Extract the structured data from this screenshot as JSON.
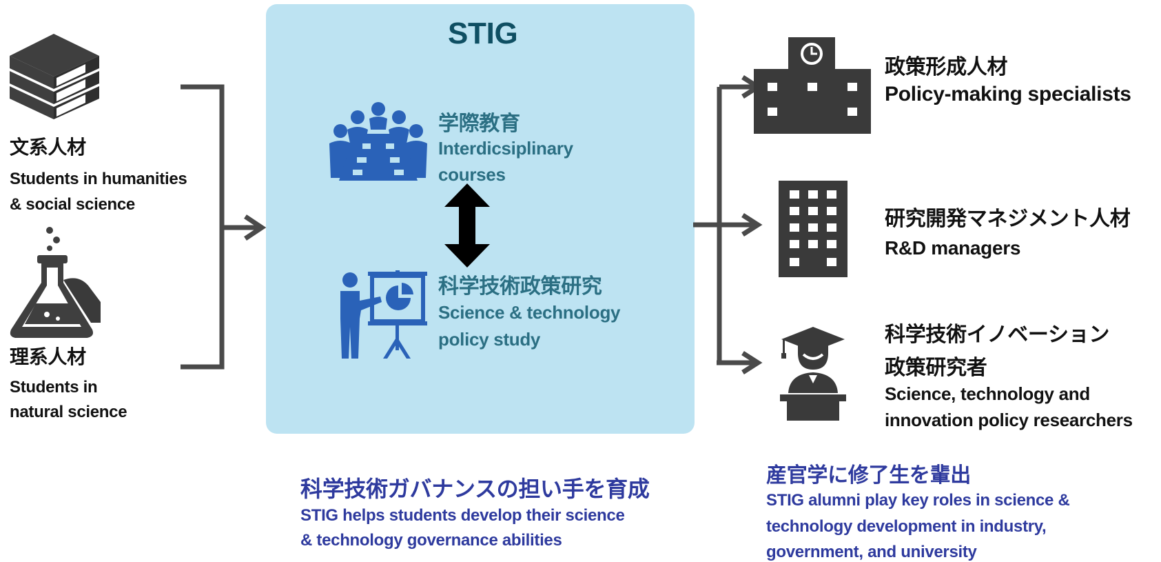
{
  "left": {
    "humanities": {
      "jp": "文系人材",
      "en_line1": "Students in humanities",
      "en_line2": "& social science",
      "icon": "books-icon"
    },
    "science": {
      "jp": "理系人材",
      "en_line1": "Students in",
      "en_line2": "natural science",
      "icon": "flask-icon"
    }
  },
  "center": {
    "title": "STIG",
    "interdisciplinary": {
      "jp": "学際教育",
      "en_line1": "Interdicsiplinary",
      "en_line2": "courses",
      "icon": "meeting-table-icon"
    },
    "policy_study": {
      "jp": "科学技術政策研究",
      "en_line1": "Science & technology",
      "en_line2": "policy study",
      "icon": "presentation-icon"
    },
    "connector_icon": "double-arrow-icon",
    "bg_color": "#bde3f2",
    "accent_color": "#2a62b8"
  },
  "bottom_center": {
    "jp": "科学技術ガバナンスの担い手を育成",
    "en_line1": "STIG helps students develop their science",
    "en_line2": "& technology governance abilities"
  },
  "right": {
    "policy": {
      "jp": "政策形成人材",
      "en": "Policy-making specialists",
      "icon": "government-building-icon"
    },
    "rd": {
      "jp": "研究開発マネジメント人材",
      "en": "R&D managers",
      "icon": "office-building-icon"
    },
    "researchers": {
      "jp_line1": "科学技術イノベーション",
      "jp_line2": "政策研究者",
      "en_line1": "Science, technology and",
      "en_line2": "innovation policy researchers",
      "icon": "graduate-icon"
    }
  },
  "bottom_right": {
    "jp": "産官学に修了生を輩出",
    "en_line1": "STIG alumni play key roles in science &",
    "en_line2": "technology development in industry,",
    "en_line3": "government, and university"
  }
}
